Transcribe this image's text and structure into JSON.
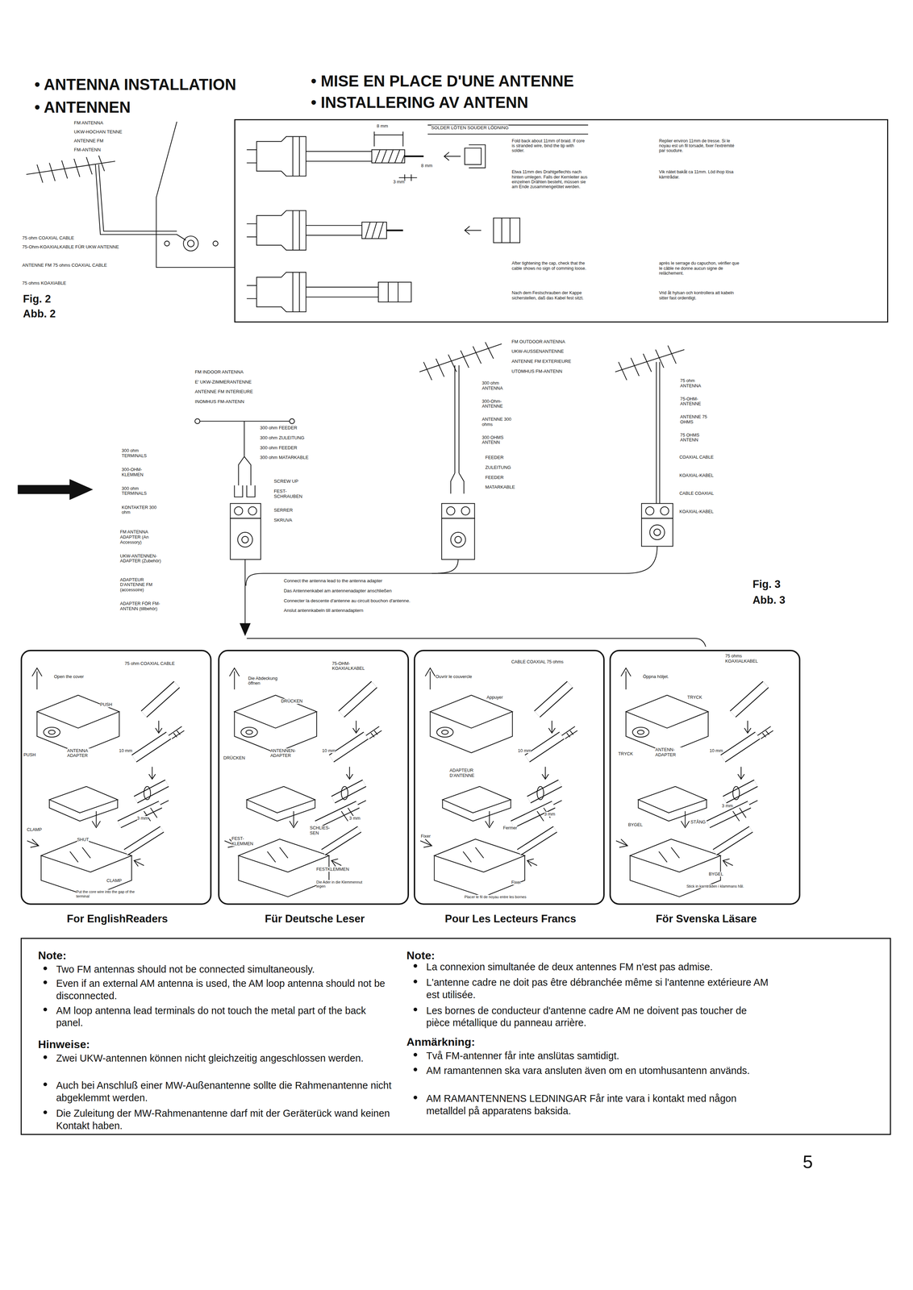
{
  "diagram": {
    "nodes": [
      {
        "text": [
          "SOLDER LÖTEN SOUDER LÖDNING",
          "Fold back about 11mm of braid. If core is stranded wire, bind the tip with solder.",
          "Etwa 11mm des Drahtgeflechts nach hinten umlegen. Falls der Kernleiter aus einzelnen Drähten besteht, müssen sie am Ende zusammengelötet werden.",
          "Replier environ 11mm de tresse. Si le noyau est un fil torsadé, fixer l'extrémité par soudure.",
          "Vik nätet bakåt ca 11mm. Löd ihop lösa kärntrådar.",
          "After tightening the cap, check that the cable shows no sign of comming loose.",
          "Nach dem Festschrauben der Kappe sicherstellen, daß das Kabel fest sitzt.",
          "après le serrage du capuchon, vérifier que le câble ne donne aucun signe de relâchement.",
          "Vrid åt hylsan och kontrollera att kabeln sitter fast ordentligt."
        ]
      },
      {
        "text": [
          "75 ohm COAXIAL CABLE",
          "Open the cover",
          "PUSH",
          "10 mm",
          "PUSH",
          "ANTENNA ADAPTER",
          "SHUT",
          "CLAMP",
          "3 mm",
          "CLAMP",
          "Put the core wire into the gap of the terminal",
          "For EnglishReaders"
        ]
      },
      {
        "text": [
          "75-OHM-KOAXIALKABEL",
          "Die Abdeckung öffnen",
          "DRÜCKEN",
          "10 mm",
          "DRÜCKEN",
          "ANTENNEN-ADAPTER",
          "SCHLIES-SEN",
          "FEST-KLEMMEN",
          "3 mm",
          "FESTKLEMMEN",
          "Die Ader in die Klemmennut legen",
          "Für Deutsche Leser"
        ]
      },
      {
        "text": [
          "CABLE COAXIAL 75 ohms",
          "Ouvrir le couvercle",
          "Appuyer",
          "10 mm",
          "ADAPTEUR D'ANTENNE",
          "Fermer",
          "Fixer",
          "3 mm",
          "Fixer",
          "Placer le fil de noyau entre les bornes",
          "Pour Les Lecteurs Francs"
        ]
      },
      {
        "text": [
          "75 ohms KOAXIALKABEL",
          "Öppna höljet.",
          "TRYCK",
          "10 mm",
          "TRYCK",
          "ANTENN-ADAPTER",
          "BYGEL",
          "STÅNG",
          "3 mm",
          "BYGEL",
          "Stick in karntråden i klammans hål.",
          "För Svenska Läsare"
        ]
      },
      {
        "text": [
          "Note:",
          "Two FM antennas should not be connected simultaneously.",
          "Even if an external AM antenna is used, the AM loop antenna should not be disconnected.",
          "AM loop antenna lead terminals do not touch the metal part of the back panel.",
          "Hinweise:",
          "Zwei UKW-antennen können nicht gleichzeitig angeschlossen werden.",
          "Auch bei Anschluß einer MW-Außenantenne sollte die Rahmenantenne nicht abgeklemmt werden.",
          "Die Zuleitung der MW-Rahmenantenne darf mit der Geräterück wand keinen Kontakt haben.",
          "Note:",
          "La connexion simultanée de deux antennes FM n'est pas admise.",
          "L'antenne cadre ne doit pas être débranchée même si l'antenne extérieure AM est utilisée.",
          "Les bornes de conducteur d'antenne cadre AM ne doivent pas toucher de pièce métallique du panneau arrière.",
          "Anmärkning:",
          "Två FM-antenner får inte anslütas samtidigt.",
          "AM ramantennen ska vara ansluten även om en utomhusantenn används.",
          "AM RAMANTENNENS LEDNINGAR Får inte vara i kontakt med någon metalldel på apparatens baksida."
        ]
      }
    ],
    "labels": [
      "• ANTENNA INSTALLATION",
      "• ANTENNEN",
      "• MISE EN PLACE D'UNE ANTENNE",
      "• INSTALLERING AV ANTENN",
      "FM ANTENNA",
      "UKW-HOCHAN TENNE",
      "ANTENNE FM",
      "FM-ANTENN",
      "75 ohm COAXIAL CABLE",
      "75-Ohm-KOAXIALKABLE FÜR UKW ANTENNE",
      "ANTENNE FM 75 ohms COAXIAL CABLE",
      "75 ohms KOAXIABLE",
      "Fig. 2",
      "Abb. 2",
      "8 mm",
      "8 mm",
      "3 mm",
      "FM INDOOR ANTENNA",
      "E' UKW-ZIMMERANTENNE",
      "ANTENNE FM INTERIEURE",
      "INOMHUS FM-ANTENN",
      "300 ohm FEEDER",
      "300 ohm ZULEITUNG",
      "300 ohm FEEDER",
      "300 ohm MATARKABLE",
      "300 ohm TERMINALS",
      "300-OHM-KLEMMEN",
      "300 ohm TERMINALS",
      "KONTAKTER 300 ohm",
      "SCREW UP",
      "FEST-SCHRAUBEN",
      "SERRER",
      "SKRUVA",
      "FM ANTENNA ADAPTER (An Accessory)",
      "UKW-ANTENNEN-ADAPTER (Zubehör)",
      "ADAPTEUR D'ANTENNE FM (accessoire)",
      "ADAPTER FÖR FM-ANTENN (tillbehör)",
      "FM OUTDOOR ANTENNA",
      "UKW-AUSSENANTENNE",
      "ANTENNE FM EXTERIEURE",
      "UTOMHUS FM-ANTENN",
      "300 ohm ANTENNA",
      "300-Ohm-ANTENNE",
      "ANTENNE 300 ohms",
      "300 OHMS ANTENN",
      "FEEDER",
      "ZULEITUNG",
      "FEEDER",
      "MATARKABLE",
      "75 ohm ANTENNA",
      "75-OHM-ANTENNE",
      "ANTENNE 75 OHMS",
      "75 OHMS ANTENN",
      "COAXIAL CABLE",
      "KOAXIAL-KABEL",
      "CABLE COAXIAL",
      "KOAXIAL-KABEL",
      "Connect the antenna lead to the antenna adapter",
      "Das Antennenkabel am antennenadapter anschließen",
      "Connecter la descente d'antenne au circuit bouchon d'antenne.",
      "Anslut antennkabeln till antennadaptern",
      "Fig. 3",
      "Abb. 3",
      "5"
    ]
  }
}
